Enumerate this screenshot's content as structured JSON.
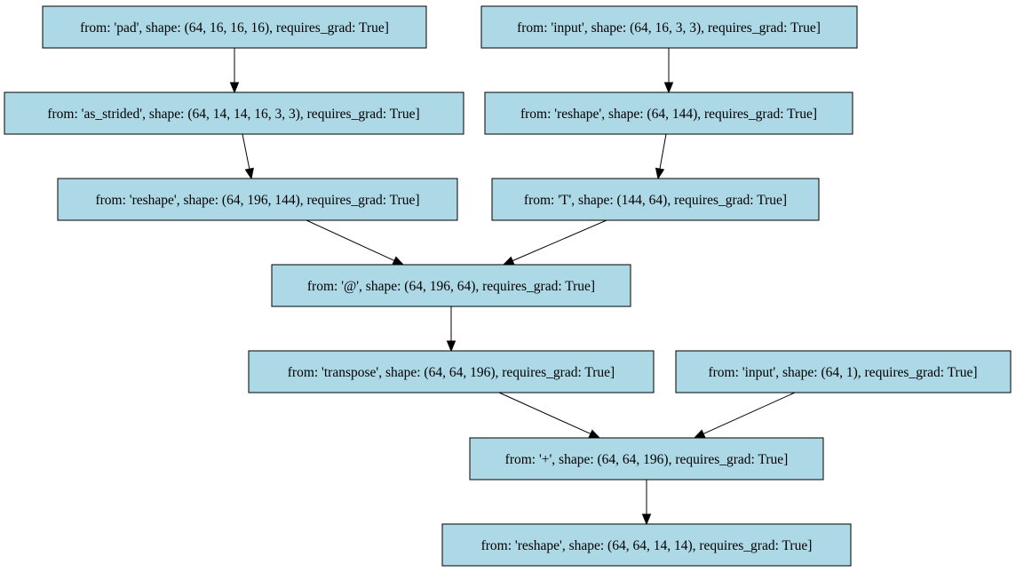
{
  "nodes": [
    {
      "id": "n1",
      "label": "from: 'pad', shape: (64, 16, 16, 16), requires_grad: True]"
    },
    {
      "id": "n2",
      "label": "from: 'input', shape: (64, 16, 3, 3), requires_grad: True]"
    },
    {
      "id": "n3",
      "label": "from: 'as_strided', shape: (64, 14, 14, 16, 3, 3), requires_grad: True]"
    },
    {
      "id": "n4",
      "label": "from: 'reshape', shape: (64, 144), requires_grad: True]"
    },
    {
      "id": "n5",
      "label": "from: 'reshape', shape: (64, 196, 144), requires_grad: True]"
    },
    {
      "id": "n6",
      "label": "from: 'T', shape: (144, 64), requires_grad: True]"
    },
    {
      "id": "n7",
      "label": "from: '@', shape: (64, 196, 64), requires_grad: True]"
    },
    {
      "id": "n8",
      "label": "from: 'transpose', shape: (64, 64, 196), requires_grad: True]"
    },
    {
      "id": "n9",
      "label": "from: 'input', shape: (64, 1), requires_grad: True]"
    },
    {
      "id": "n10",
      "label": "from: '+', shape: (64, 64, 196), requires_grad: True]"
    },
    {
      "id": "n11",
      "label": "from: 'reshape', shape: (64, 64, 14, 14), requires_grad: True]"
    }
  ],
  "edges": [
    {
      "from": "n1",
      "to": "n3"
    },
    {
      "from": "n2",
      "to": "n4"
    },
    {
      "from": "n3",
      "to": "n5"
    },
    {
      "from": "n4",
      "to": "n6"
    },
    {
      "from": "n5",
      "to": "n7"
    },
    {
      "from": "n6",
      "to": "n7"
    },
    {
      "from": "n7",
      "to": "n8"
    },
    {
      "from": "n8",
      "to": "n10"
    },
    {
      "from": "n9",
      "to": "n10"
    },
    {
      "from": "n10",
      "to": "n11"
    }
  ],
  "colors": {
    "node_fill": "#add8e6",
    "node_stroke": "#000000",
    "edge": "#000000"
  }
}
